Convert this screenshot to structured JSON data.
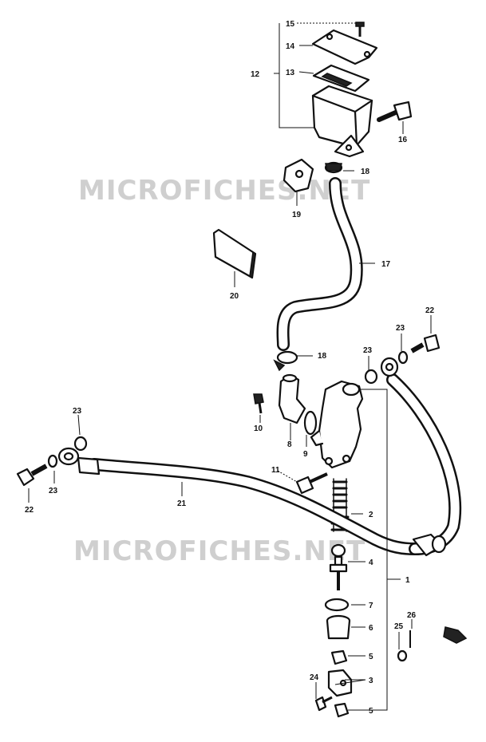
{
  "watermark": {
    "text_top": "MICROFICHES.NET",
    "text_bottom": "MICROFICHES.NET"
  },
  "callouts": {
    "c15": "15",
    "c14": "14",
    "c13": "13",
    "c12": "12",
    "c16": "16",
    "c18a": "18",
    "c19": "19",
    "c17": "17",
    "c20": "20",
    "c22a": "22",
    "c23a": "23",
    "c23b": "23",
    "c18b": "18",
    "c10": "10",
    "c8": "8",
    "c9": "9",
    "c23c": "23",
    "c22b": "22",
    "c23d": "23",
    "c21": "21",
    "c11": "11",
    "c2": "2",
    "c1": "1",
    "c4": "4",
    "c7": "7",
    "c6": "6",
    "c5a": "5",
    "c5b": "5",
    "c3": "3",
    "c25": "25",
    "c26": "26",
    "c24": "24"
  },
  "colors": {
    "ink": "#111111",
    "watermark": "#cfcfcf",
    "background": "#ffffff"
  }
}
